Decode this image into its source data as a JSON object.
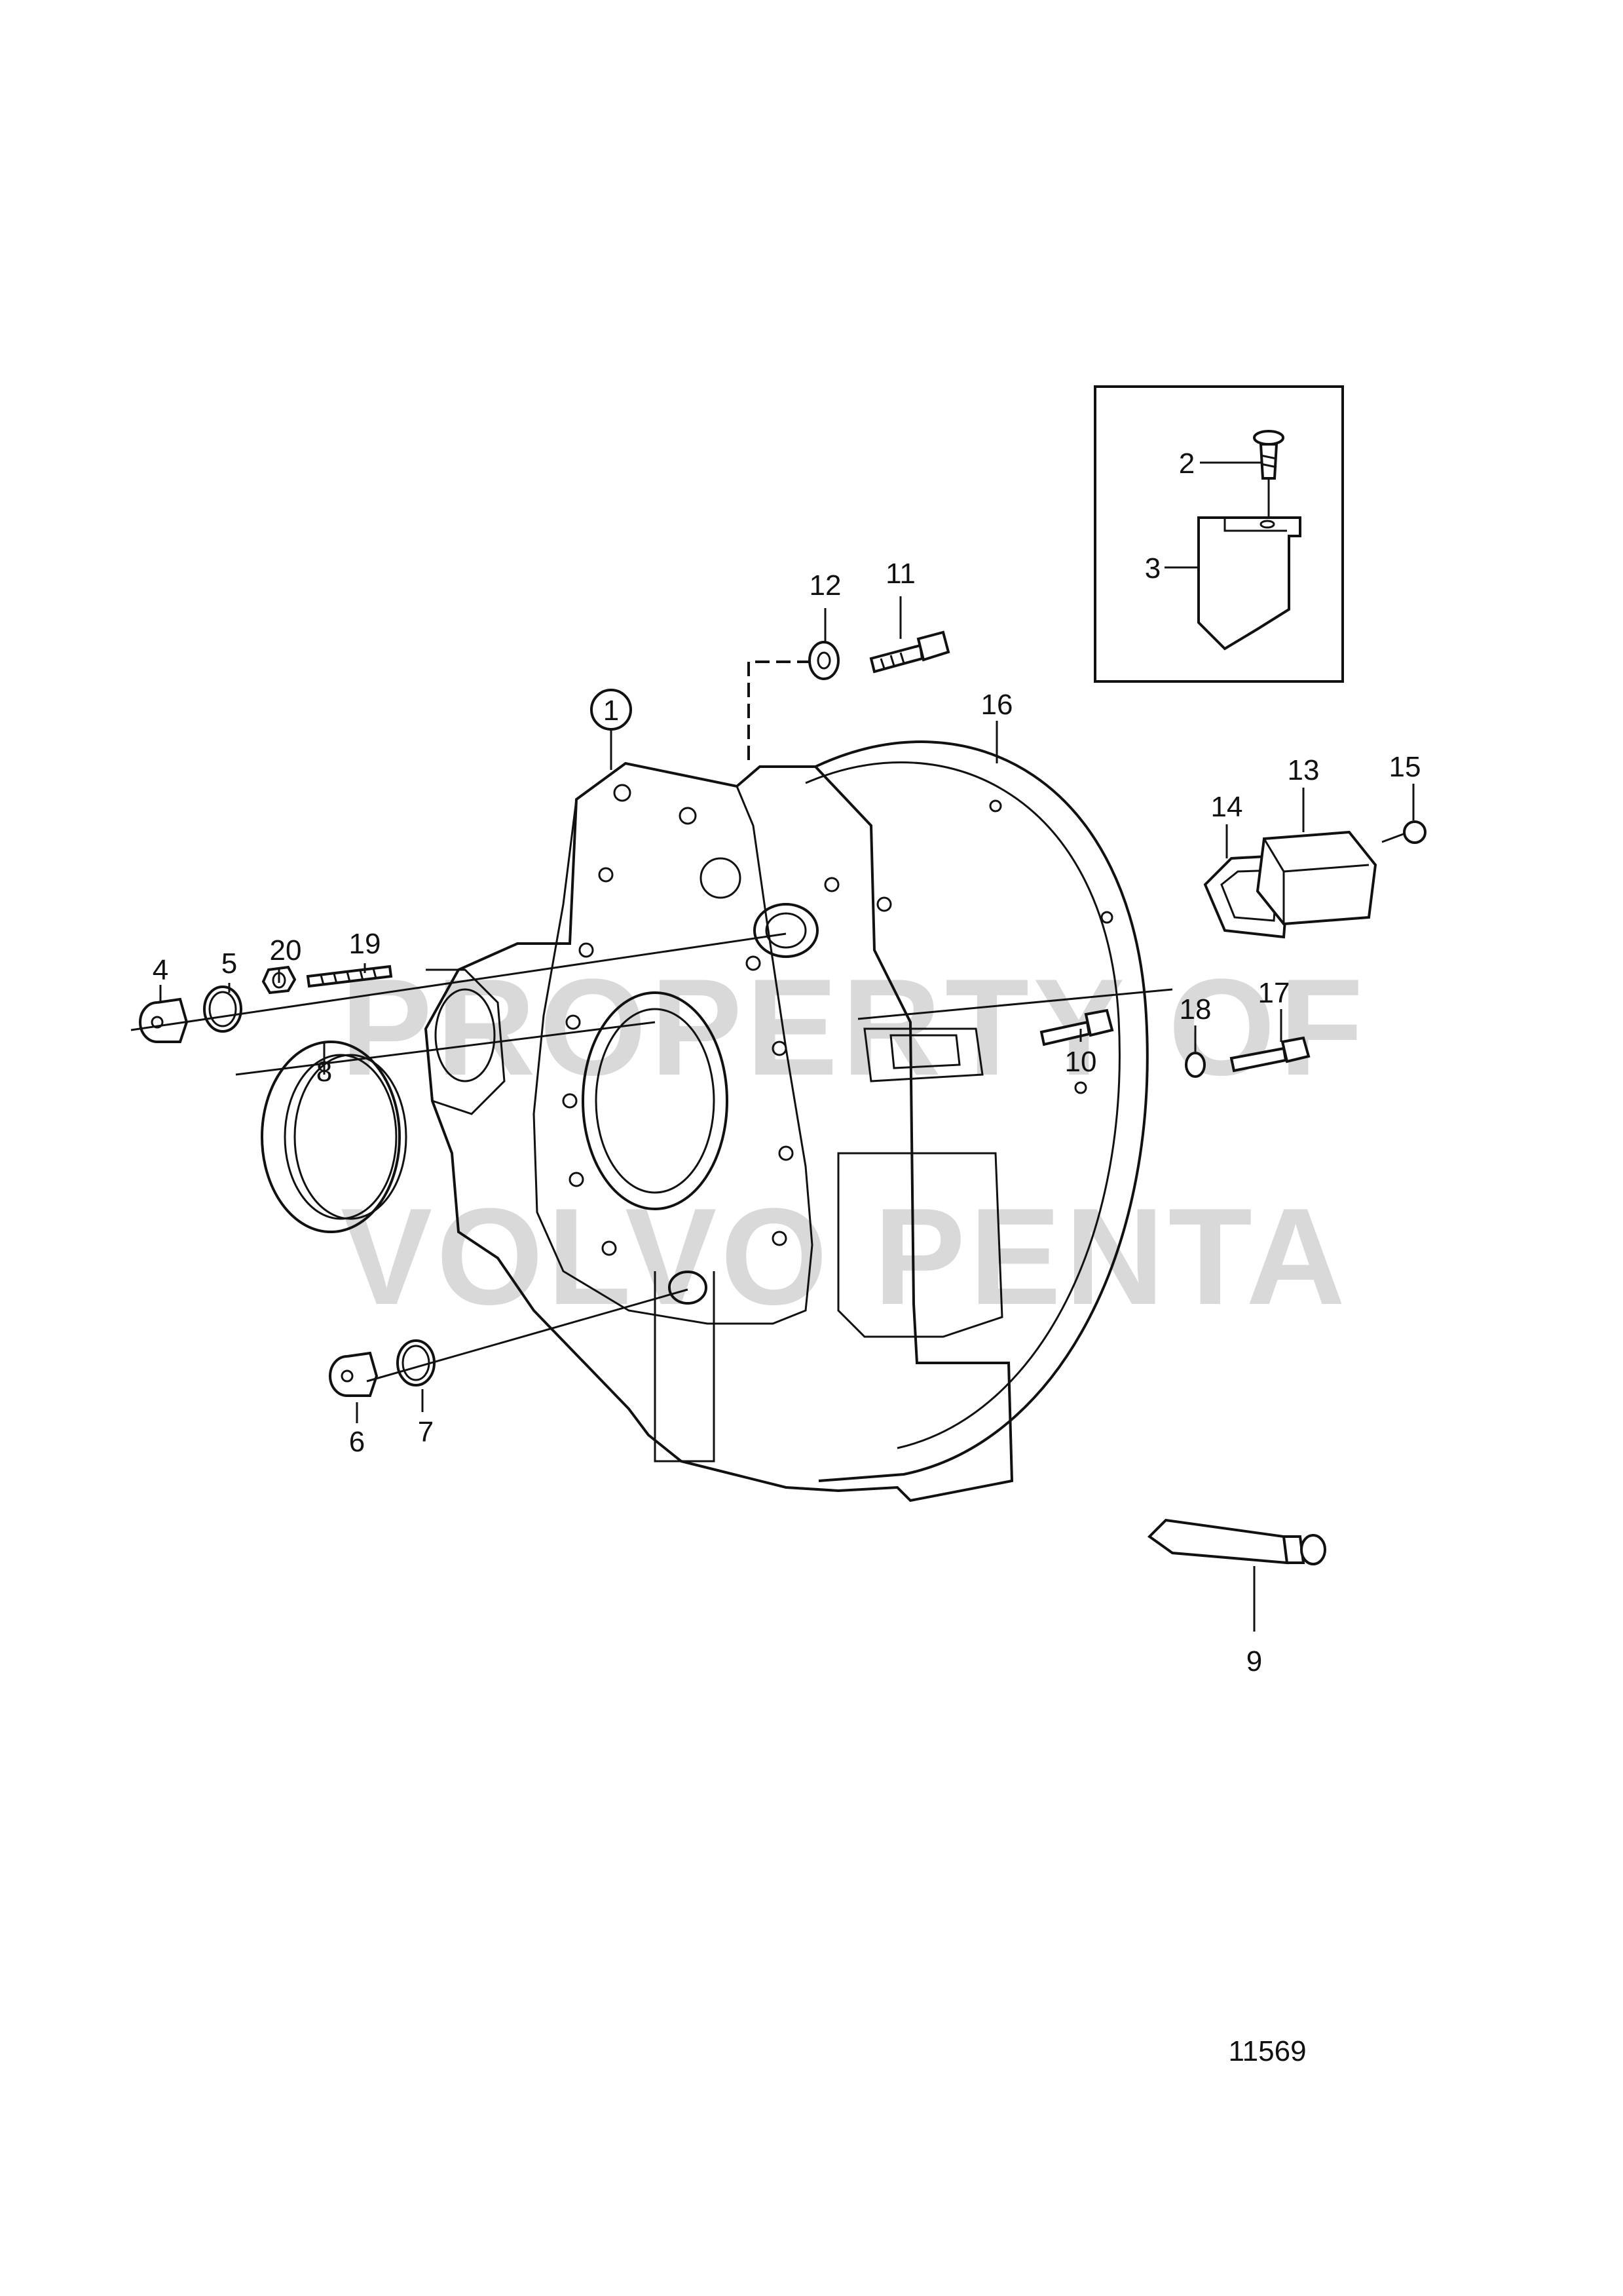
{
  "diagram_id": "11569",
  "watermark": [
    "PROPERTY OF",
    "VOLVO PENTA"
  ],
  "callouts": [
    {
      "id": "c1",
      "label": "1"
    },
    {
      "id": "c2",
      "label": "2"
    },
    {
      "id": "c3",
      "label": "3"
    },
    {
      "id": "c4",
      "label": "4"
    },
    {
      "id": "c5",
      "label": "5"
    },
    {
      "id": "c6",
      "label": "6"
    },
    {
      "id": "c7",
      "label": "7"
    },
    {
      "id": "c8",
      "label": "8"
    },
    {
      "id": "c9",
      "label": "9"
    },
    {
      "id": "c10",
      "label": "10"
    },
    {
      "id": "c11",
      "label": "11"
    },
    {
      "id": "c12",
      "label": "12"
    },
    {
      "id": "c13",
      "label": "13"
    },
    {
      "id": "c14",
      "label": "14"
    },
    {
      "id": "c15",
      "label": "15"
    },
    {
      "id": "c16",
      "label": "16"
    },
    {
      "id": "c17",
      "label": "17"
    },
    {
      "id": "c18",
      "label": "18"
    },
    {
      "id": "c19",
      "label": "19"
    },
    {
      "id": "c20",
      "label": "20"
    }
  ]
}
